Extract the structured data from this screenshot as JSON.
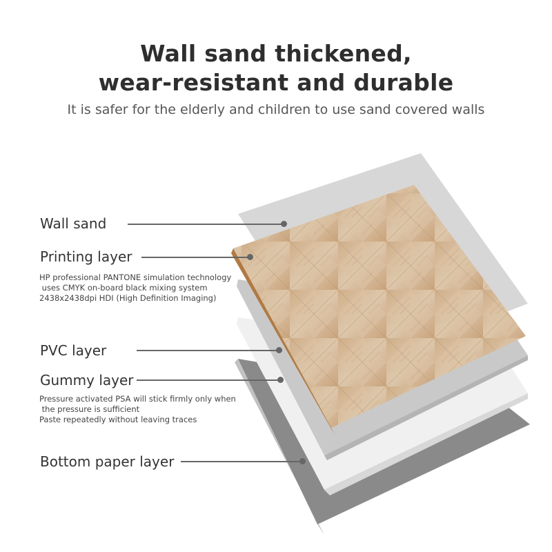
{
  "header": {
    "title_line1": "Wall sand thickened,",
    "title_line2": "wear-resistant and durable",
    "subtitle": "It is safer for the elderly and children to use sand covered walls"
  },
  "layers": [
    {
      "name": "Wall sand",
      "color": "#d8d8d8",
      "icon": "gray-sheet"
    },
    {
      "name": "Printing layer",
      "color": "#c9a57c",
      "icon": "wood-herringbone-sheet",
      "description": [
        "HP professional PANTONE simulation technology",
        " uses CMYK on-board black mixing system",
        "2438x2438dpi HDI (High Definition Imaging)"
      ]
    },
    {
      "name": "PVC layer",
      "color": "#e6e6e6",
      "icon": "light-sheet"
    },
    {
      "name": "Gummy layer",
      "color": "#cfcfcf",
      "icon": "gray-sheet",
      "description": [
        "Pressure activated PSA will stick firmly only when",
        " the pressure is sufficient",
        "Paste repeatedly without leaving traces"
      ]
    },
    {
      "name": "Bottom paper layer",
      "color": "#8a8a8a",
      "icon": "dark-sheet"
    }
  ]
}
